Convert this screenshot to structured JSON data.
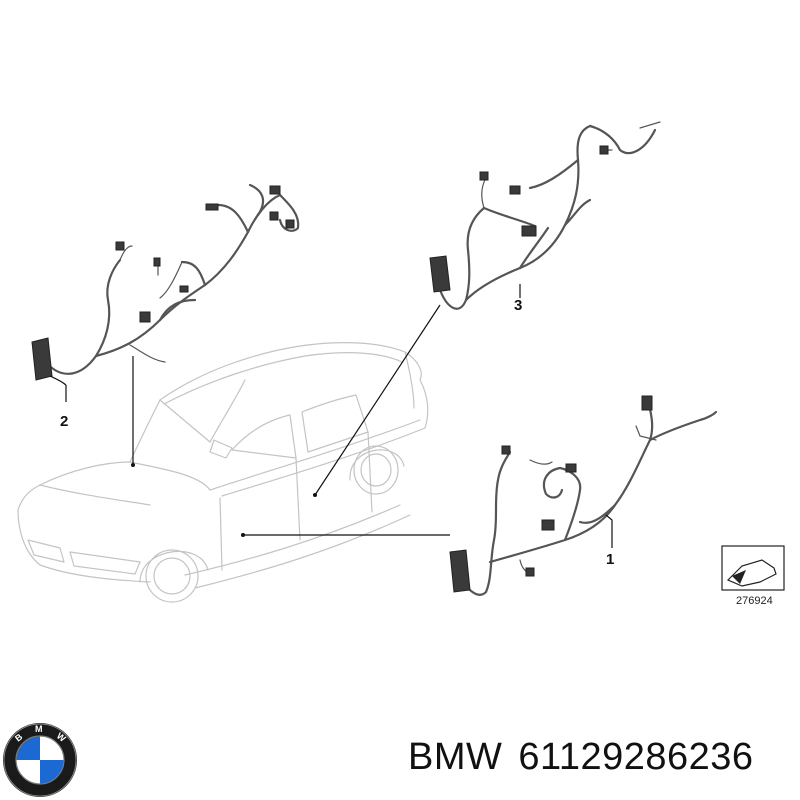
{
  "diagram": {
    "callouts": {
      "part1": "1",
      "part2": "2",
      "part3": "3"
    },
    "reference_code": "276924"
  },
  "footer": {
    "brand": "BMW",
    "part_number": "61129286236"
  },
  "colors": {
    "car_outline": "#c4c4c4",
    "harness": "#555555",
    "leader_lines": "#111111",
    "logo_blue": "#1c69d4",
    "logo_ring": "#111111"
  },
  "icons": [
    "bmw-logo-icon",
    "wiring-harness-icon",
    "reference-symbol-icon"
  ]
}
